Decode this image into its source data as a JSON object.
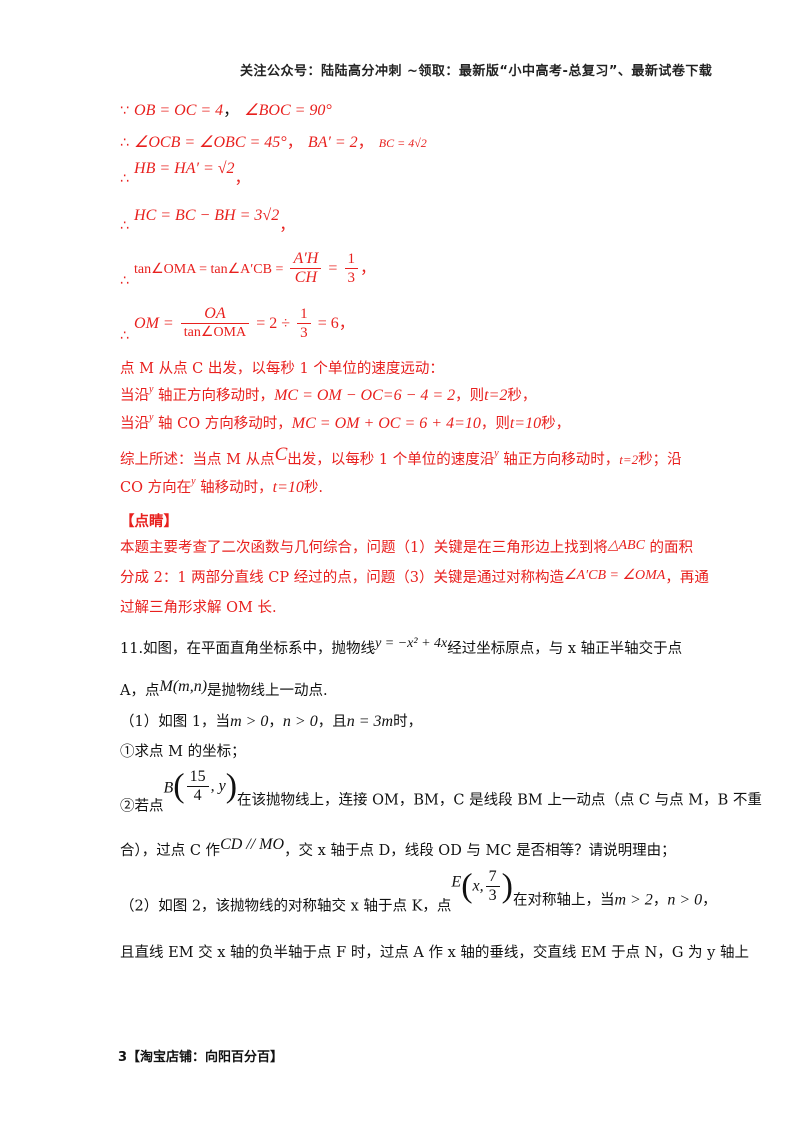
{
  "header": {
    "text": "关注公众号：陆陆高分冲刺   ~领取：最新版“小中高考-总复习”、最新试卷下载"
  },
  "solution": {
    "l1": {
      "sym": "∵",
      "a": "OB = OC = 4",
      "b": "∠BOC = 90°"
    },
    "l2": {
      "sym": "∴",
      "a": "∠OCB = ∠OBC = 45°",
      "b": "BA′ = 2",
      "c": "BC = 4√2"
    },
    "l3": {
      "sym": "∴",
      "a": "HB = HA′ = √2",
      "tail": "，"
    },
    "l4": {
      "sym": "∴",
      "a": "HC = BC − BH = 3√2",
      "tail": "，"
    },
    "l5": {
      "sym": "∴",
      "a": "tan∠OMA = tan∠A′CB =",
      "num1": "A′H",
      "den1": "CH",
      "eq": "=",
      "num2": "1",
      "den2": "3",
      "tail": "，"
    },
    "l6": {
      "sym": "∴",
      "a": "OM =",
      "num1": "OA",
      "den1": "tan∠OMA",
      "b": "= 2 ÷",
      "num2": "1",
      "den2": "3",
      "c": "= 6",
      "tail": "，"
    },
    "l7": "点 M 从点 C 出发，以每秒 1 个单位的速度远动：",
    "l8": {
      "a": "当沿",
      "y": "y",
      "b": " 轴正方向移动时，",
      "eq": "MC = OM − OC=6 − 4 = 2",
      "c": "，则",
      "t": "t=2",
      "d": "秒，"
    },
    "l9": {
      "a": "当沿",
      "y": "y",
      "b": " 轴 CO 方向移动时，",
      "eq": "MC = OM + OC = 6 + 4=10",
      "c": "，则",
      "t": "t=10",
      "d": "秒，"
    },
    "l10": {
      "a": "综上所述：当点 M 从点",
      "c": "C",
      "b": "出发，以每秒 1 个单位的速度沿",
      "y": "y",
      "d": " 轴正方向移动时，",
      "t": "t=2",
      "e": "秒；沿"
    },
    "l11": {
      "a": "CO 方向在",
      "y": "y",
      "b": " 轴移动时，",
      "t": "t=10",
      "e": "秒."
    }
  },
  "comment": {
    "title": "【点睛】",
    "l1a": "本题主要考查了二次函数与几何综合，问题（1）关键是在三角形边上找到将",
    "l1b": "△ABC",
    "l1c": " 的面积",
    "l2a": "分成 2：1 两部分直线 CP 经过的点，问题（3）关键是通过对称构造",
    "l2b": "∠A′CB = ∠OMA",
    "l2c": "，再通",
    "l3": "过解三角形求解 OM 长."
  },
  "problem": {
    "p1a": "11.如图，在平面直角坐标系中，抛物线",
    "p1eq": "y = −x² + 4x",
    "p1b": "经过坐标原点，与 x 轴正半轴交于点",
    "p2a": "A，点",
    "p2m": "M(m,n)",
    "p2b": "是抛物线上一动点.",
    "p3a": "（1）如图 1，当",
    "p3b": "m > 0",
    "p3c": "，",
    "p3d": "n > 0",
    "p3e": "，且",
    "p3f": "n = 3m",
    "p3g": "时，",
    "p4": "①求点 M 的坐标；",
    "p5a": "②若点",
    "p5B": "B",
    "p5num": "15",
    "p5den": "4",
    "p5y": ", y",
    "p5b": "在该抛物线上，连接 OM，BM，C 是线段 BM 上一动点（点 C 与点 M，B 不重",
    "p6a": "合），过点 C 作",
    "p6eq": "CD // MO",
    "p6b": "，交 x 轴于点 D，线段 OD 与 MC 是否相等？请说明理由；",
    "p7a": "（2）如图 2，该抛物线的对称轴交 x 轴于点 K，点",
    "p7E": "E",
    "p7x": "x,",
    "p7num": "7",
    "p7den": "3",
    "p7b": "在对称轴上，当",
    "p7c": "m > 2",
    "p7d": "，",
    "p7e": "n > 0",
    "p7f": "，",
    "p8": "且直线 EM 交 x 轴的负半轴于点 F 时，过点 A 作 x 轴的垂线，交直线 EM 于点 N，G 为 y 轴上"
  },
  "footer": {
    "text": "3【淘宝店铺：向阳百分百】"
  }
}
